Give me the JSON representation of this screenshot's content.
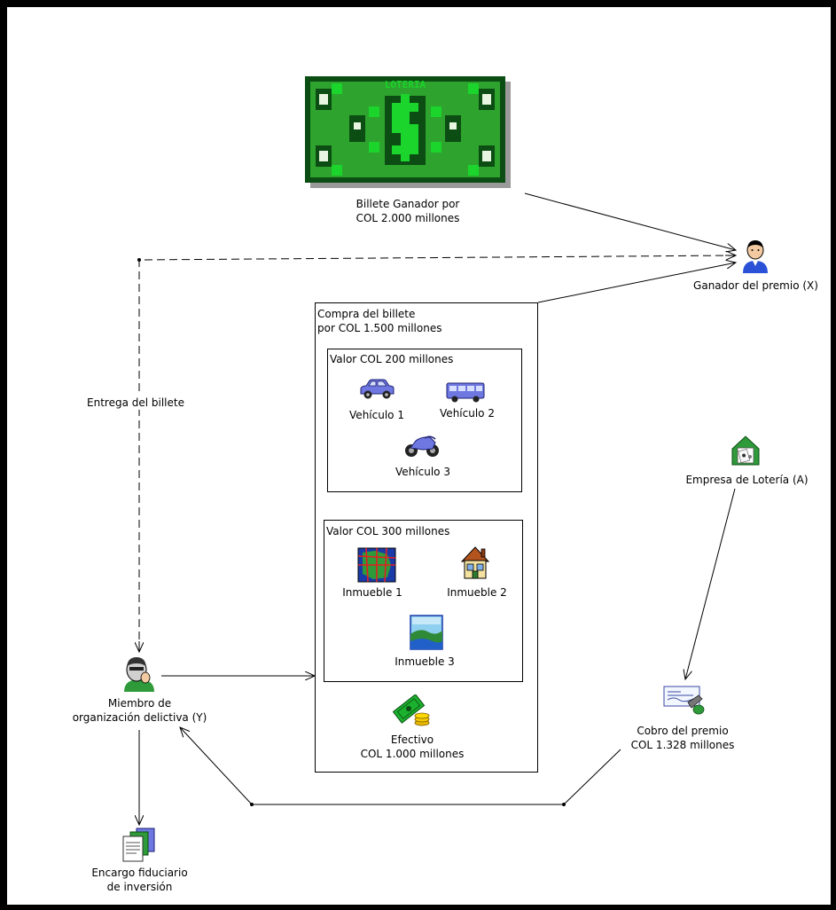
{
  "lottery_ticket": {
    "banner_text": "LOTERIA",
    "caption_line1": "Billete Ganador por",
    "caption_line2": "COL 2.000 millones"
  },
  "winner": {
    "label": "Ganador del premio (X)"
  },
  "purchase": {
    "title_line1": "Compra del billete",
    "title_line2": "por COL 1.500 millones",
    "vehicles": {
      "title": "Valor COL 200 millones",
      "items": [
        "Vehículo 1",
        "Vehículo 2",
        "Vehículo 3"
      ]
    },
    "properties": {
      "title": "Valor COL 300 millones",
      "items": [
        "Inmueble 1",
        "Inmueble 2",
        "Inmueble 3"
      ]
    },
    "cash": {
      "line1": "Efectivo",
      "line2": "COL 1.000 millones"
    }
  },
  "delivery": {
    "label": "Entrega del billete"
  },
  "member": {
    "line1": "Miembro de",
    "line2": "organización delictiva (Y)"
  },
  "lottery_company": {
    "label": "Empresa de Lotería (A)"
  },
  "prize_collection": {
    "line1": "Cobro del premio",
    "line2": "COL 1.328 millones"
  },
  "trust": {
    "line1": "Encargo fiduciario",
    "line2": "de inversión"
  },
  "colors": {
    "ticket_green": "#2ea32e",
    "ticket_dark": "#0b4d12",
    "bright_green": "#1bd42c",
    "vehicle_blue": "#6e78e0",
    "person_blue": "#2b52d6"
  }
}
